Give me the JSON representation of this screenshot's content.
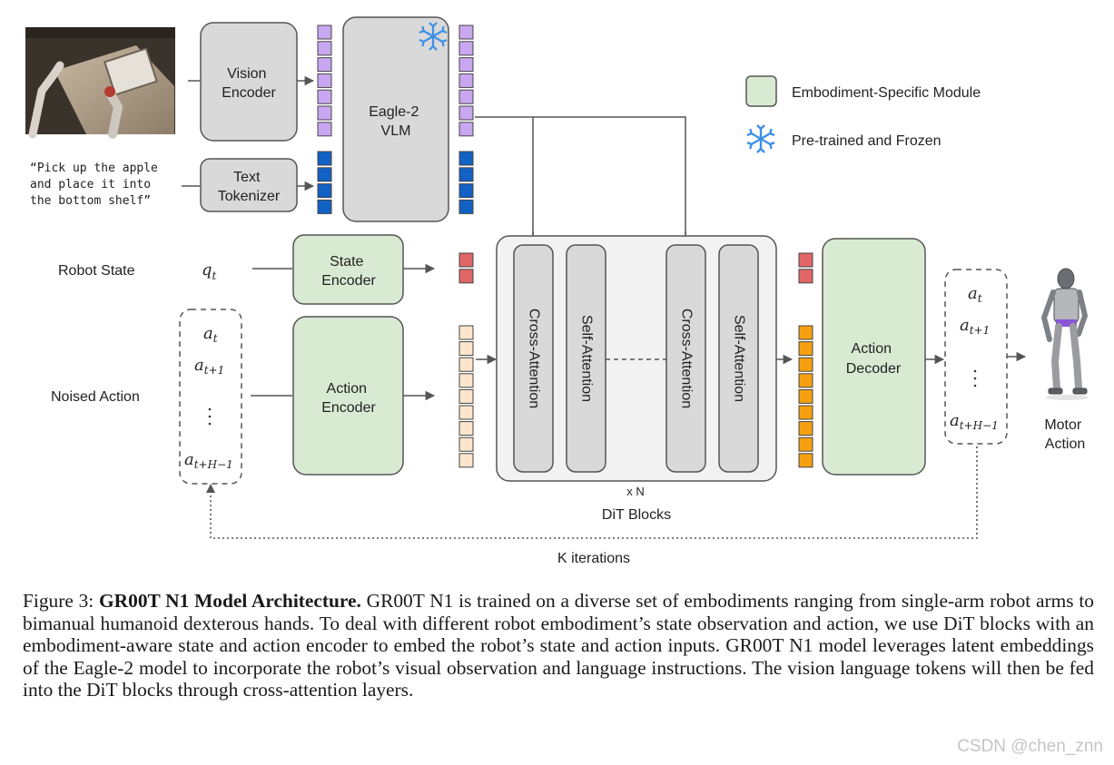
{
  "inputs": {
    "instruction_lines": [
      "“Pick up the apple",
      "and place it into",
      "the bottom shelf”"
    ],
    "robot_state_label": "Robot State",
    "noised_action_label": "Noised Action",
    "state_symbol": "q",
    "state_symbol_sub": "t"
  },
  "modules": {
    "vision_encoder": [
      "Vision",
      "Encoder"
    ],
    "text_tokenizer": [
      "Text",
      "Tokenizer"
    ],
    "vlm": [
      "Eagle-2",
      "VLM"
    ],
    "state_encoder": [
      "State",
      "Encoder"
    ],
    "action_encoder": [
      "Action",
      "Encoder"
    ],
    "action_decoder": [
      "Action",
      "Decoder"
    ],
    "cross_attention": "Cross-Attention",
    "self_attention": "Self-Attention",
    "repeat": "x N",
    "dit_blocks": "DiT Blocks",
    "k_iterations": "K iterations",
    "motor_action": [
      "Motor",
      "Action"
    ]
  },
  "legend": {
    "embodiment": "Embodiment-Specific Module",
    "frozen": "Pre-trained and Frozen"
  },
  "action_seq": {
    "first_sub": "t",
    "second_sub": "t+1",
    "last_sub": "t+H−1",
    "letter": "a"
  },
  "colors": {
    "green": "#d9ead3",
    "gray": "#d9d9d9",
    "lavender": "#c9a7f0",
    "blue": "#1261c4",
    "red": "#e06666",
    "peach": "#fce5cd",
    "orange": "#f7a010",
    "snowflake": "#3d8fe6"
  },
  "caption": {
    "label": "Figure 3:",
    "bold": "GR00T N1 Model Architecture.",
    "text": "GR00T N1 is trained on a diverse set of embodiments ranging from single-arm robot arms to bimanual humanoid dexterous hands. To deal with different robot embodiment’s state observation and action, we use DiT blocks with an embodiment-aware state and action encoder to embed the robot’s state and action inputs. GR00T N1 model leverages latent embeddings of the Eagle-2 model to incorporate the robot’s visual observation and language instructions. The vision language tokens will then be fed into the DiT blocks through cross-attention layers."
  },
  "watermark": "CSDN @chen_znn"
}
